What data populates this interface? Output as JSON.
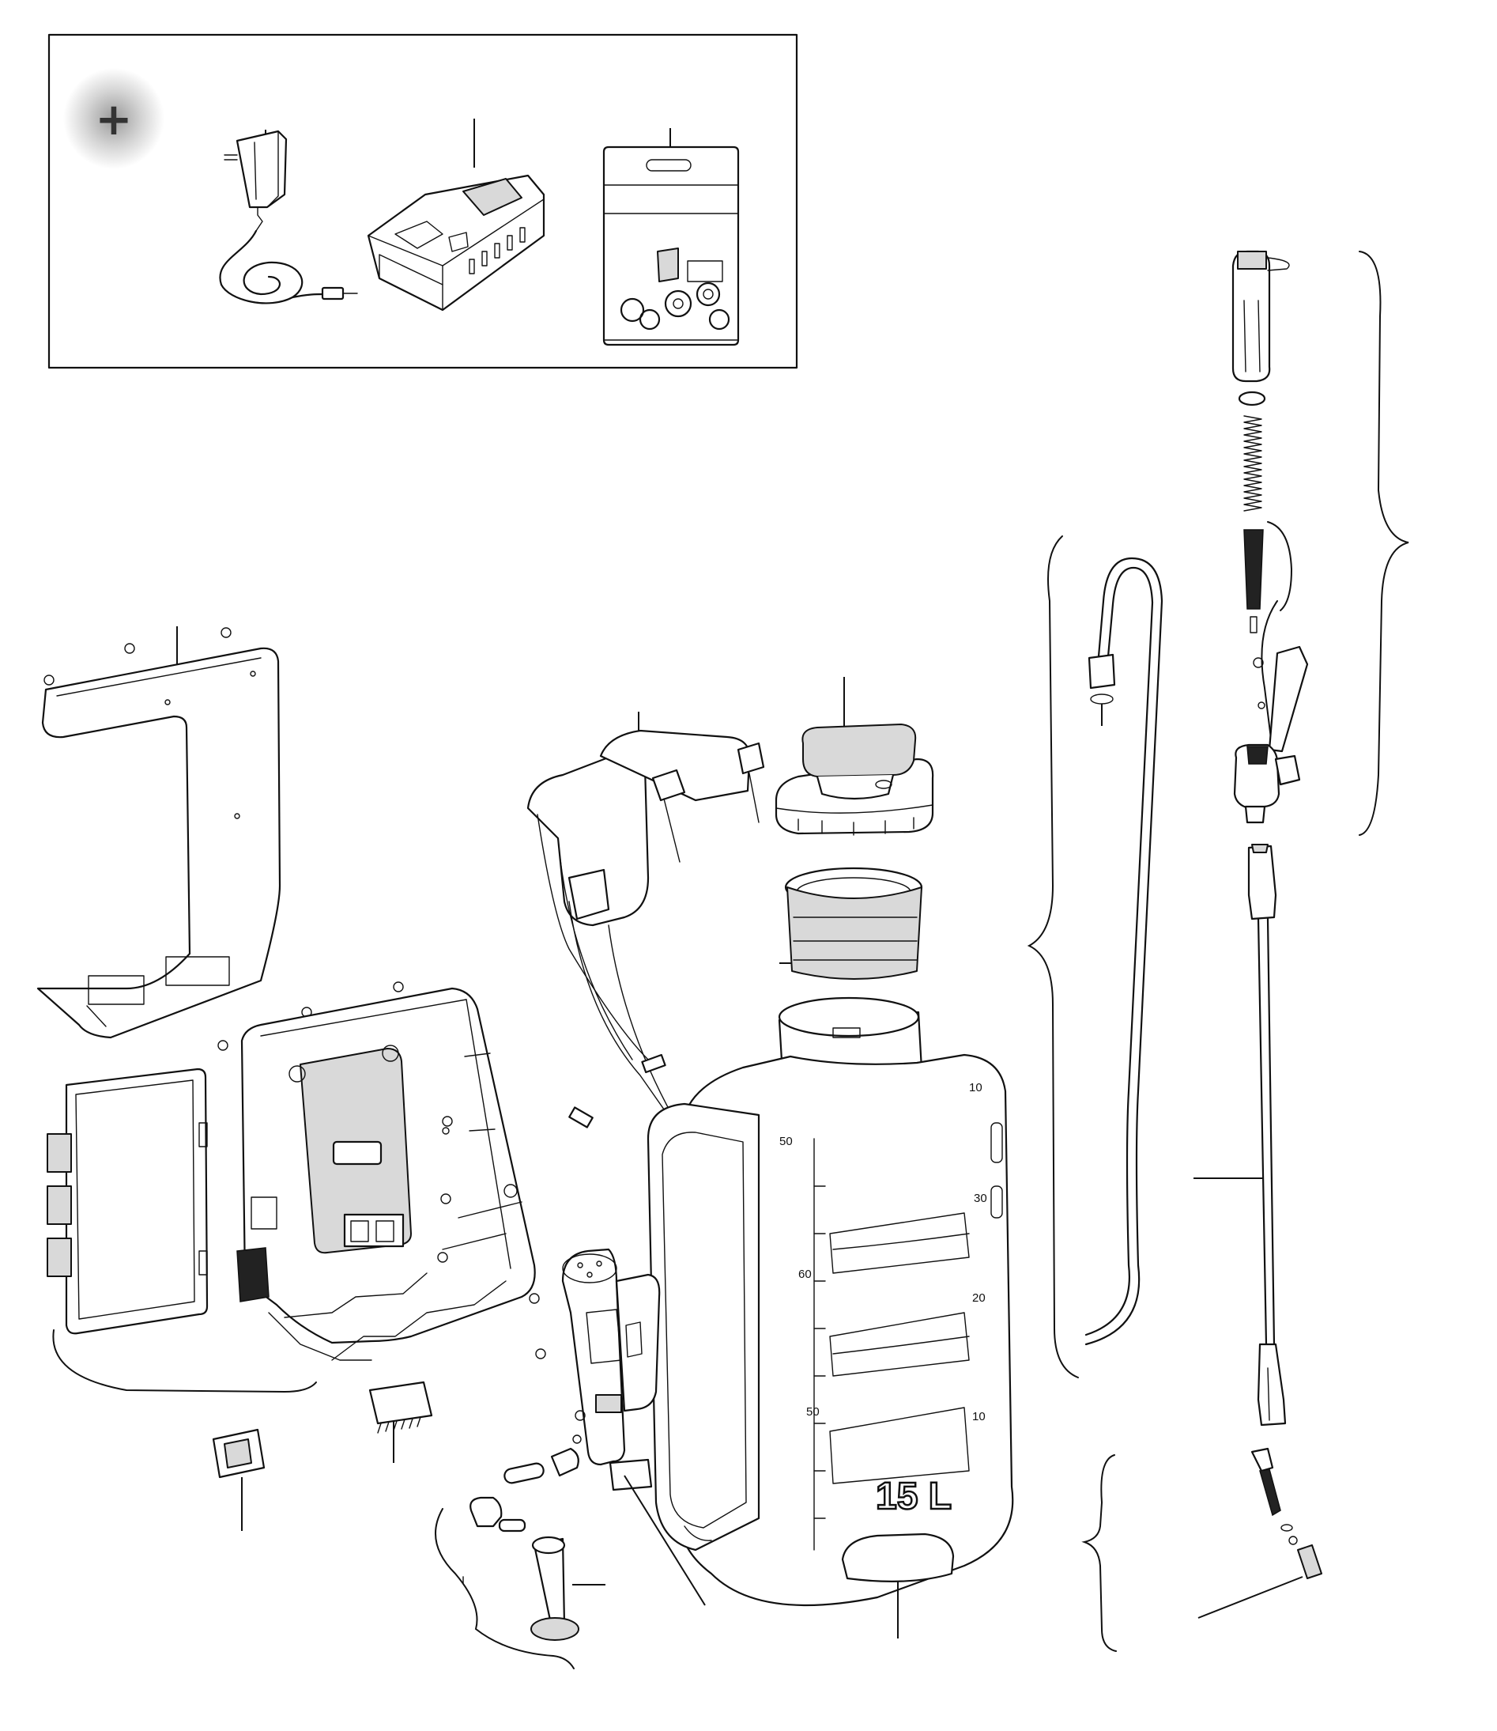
{
  "diagram": {
    "kind": "exploded-parts-view",
    "accessory_box": {
      "badge_symbol": "+"
    },
    "tank": {
      "capacity_label": "15 L",
      "scale_left": [
        "50",
        "60",
        "50"
      ],
      "scale_right": [
        "10",
        "30",
        "20",
        "10"
      ]
    }
  }
}
